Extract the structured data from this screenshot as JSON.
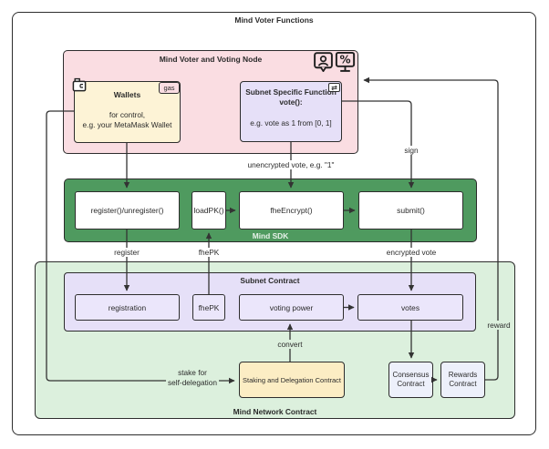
{
  "diagram": {
    "title": "Mind Voter Functions"
  },
  "colors": {
    "voter_node_bg": "#fadde2",
    "wallets_bg": "#fdf3d6",
    "function_bg": "#e6e0f8",
    "sdk_bg": "#4f9a5f",
    "network_bg": "#dcf0dd",
    "subnet_contract_bg": "#e6e0f8",
    "subnet_box_bg": "#ebe6fb",
    "staking_bg": "#fcedc4",
    "contract_box_bg": "#edf0fb",
    "line": "#333333"
  },
  "icons": {
    "wallet": "wallet-icon",
    "swap": "swap-arrows-icon",
    "user_chat": "user-chat-icon",
    "percent_display": "percent-display-icon",
    "swap_glyph": "⇄"
  },
  "voter_node": {
    "title": "Mind Voter and Voting Node",
    "wallets": {
      "badge": "gas",
      "title": "Wallets",
      "line1": "for control,",
      "line2": "e.g. your MetaMask Wallet"
    },
    "subnet_function": {
      "line1": "Subnet Specific Function",
      "line2": "vote():",
      "line3": "e.g. vote as 1 from [0, 1]"
    }
  },
  "sdk": {
    "title": "Mind SDK",
    "boxes": [
      "register()/unregister()",
      "loadPK()",
      "fheEncrypt()",
      "submit()"
    ]
  },
  "network": {
    "title": "Mind Network Contract",
    "subnet_contract": {
      "title": "Subnet Contract",
      "boxes": [
        "registration",
        "fhePK",
        "voting power",
        "votes"
      ]
    },
    "staking": "Staking and Delegation Contract",
    "consensus": {
      "line1": "Consensus",
      "line2": "Contract"
    },
    "rewards": {
      "line1": "Rewards",
      "line2": "Contract"
    }
  },
  "edges": {
    "unencrypted_vote": "unencrypted vote, e.g. \"1\"",
    "sign": "sign",
    "register": "register",
    "fhepk": "fhePK",
    "encrypted_vote": "encrypted vote",
    "convert": "convert",
    "stake_line1": "stake for",
    "stake_line2": "self-delegation",
    "reward": "reward"
  }
}
